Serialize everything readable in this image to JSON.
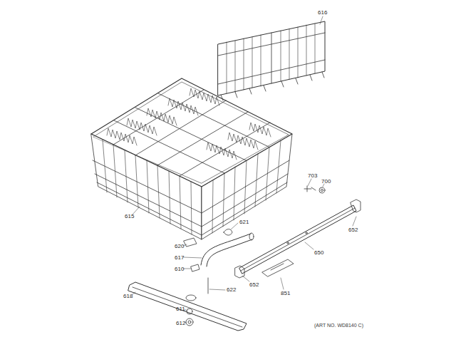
{
  "diagram": {
    "labels": [
      "616",
      "703",
      "700",
      "615",
      "621",
      "652",
      "620",
      "617",
      "650",
      "610",
      "652",
      "851",
      "618",
      "622",
      "611",
      "612",
      "(ART NO. WD8140 C)"
    ]
  }
}
